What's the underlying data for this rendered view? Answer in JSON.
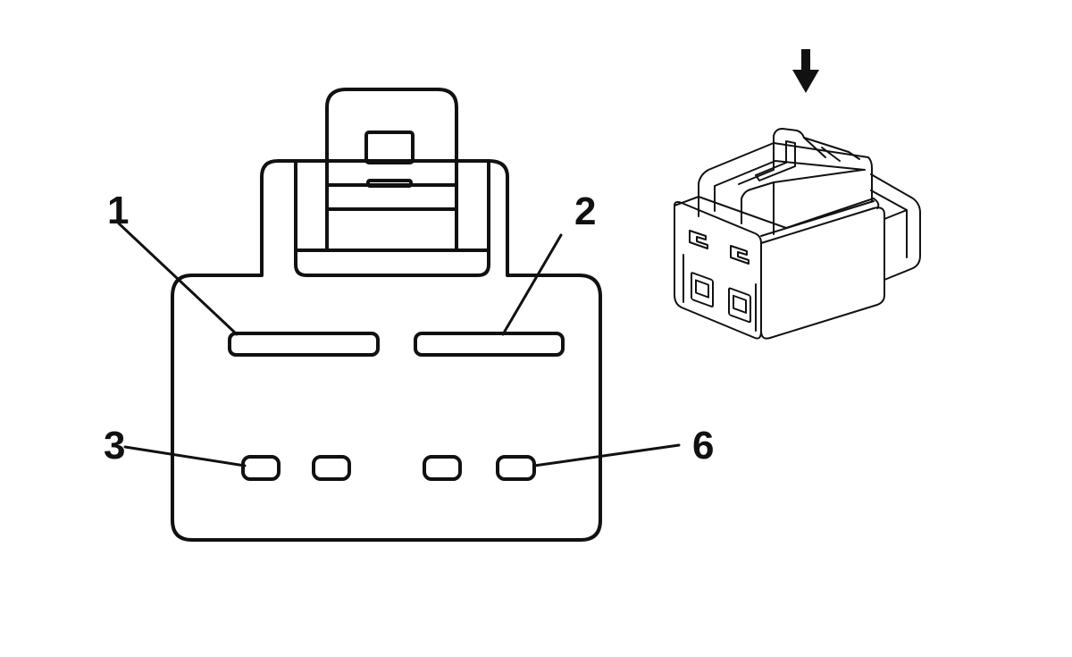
{
  "diagram": {
    "labels": {
      "pin_1": "1",
      "pin_2": "2",
      "pin_3": "3",
      "pin_6": "6"
    },
    "colors": {
      "line": "#111111",
      "background": "#ffffff"
    },
    "icons": {
      "view_direction": "arrow-down-icon"
    }
  }
}
